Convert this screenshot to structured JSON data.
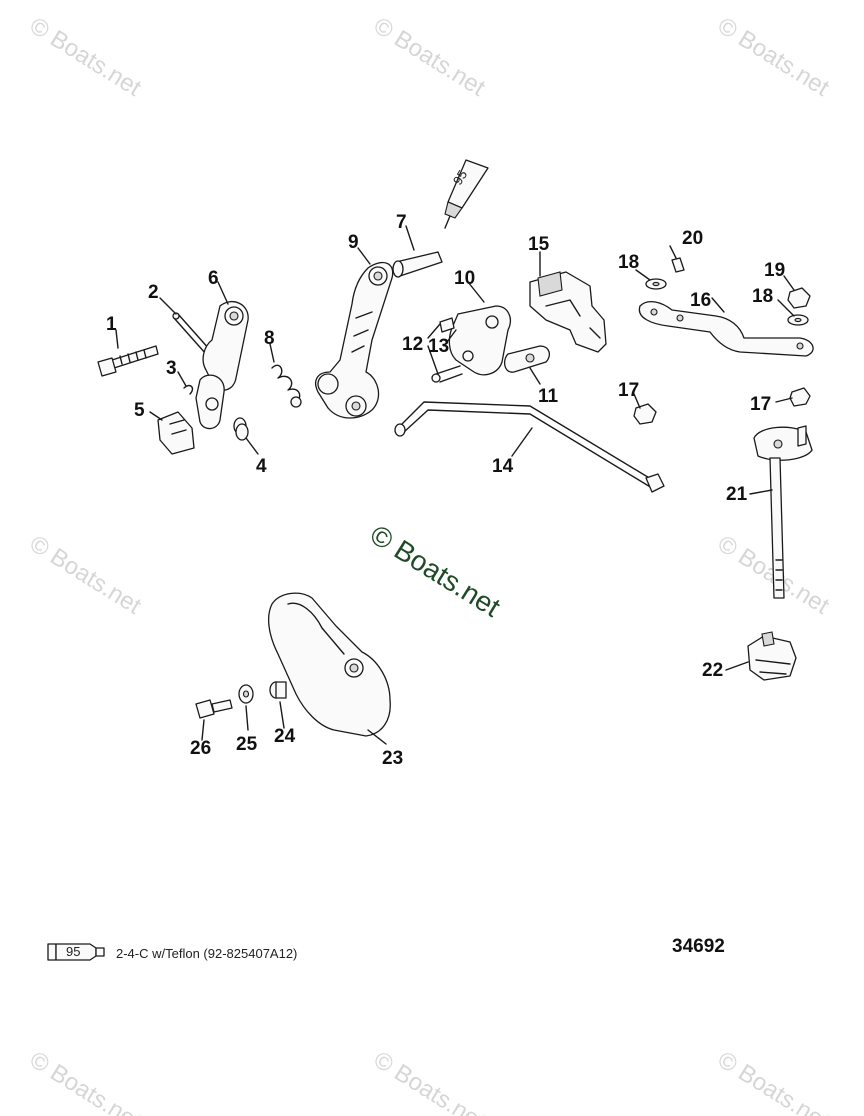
{
  "watermark": "© Boats.net",
  "diagram_number": "34692",
  "legend": {
    "tube_code": "95",
    "text": "2-4-C w/Teflon (92-825407A12)"
  },
  "tube_on_drawing": "95",
  "callouts": [
    "1",
    "2",
    "3",
    "4",
    "5",
    "6",
    "7",
    "8",
    "9",
    "10",
    "11",
    "12",
    "13",
    "14",
    "15",
    "16",
    "17",
    "17",
    "18",
    "18",
    "19",
    "20",
    "21",
    "22",
    "23",
    "24",
    "25",
    "26"
  ]
}
